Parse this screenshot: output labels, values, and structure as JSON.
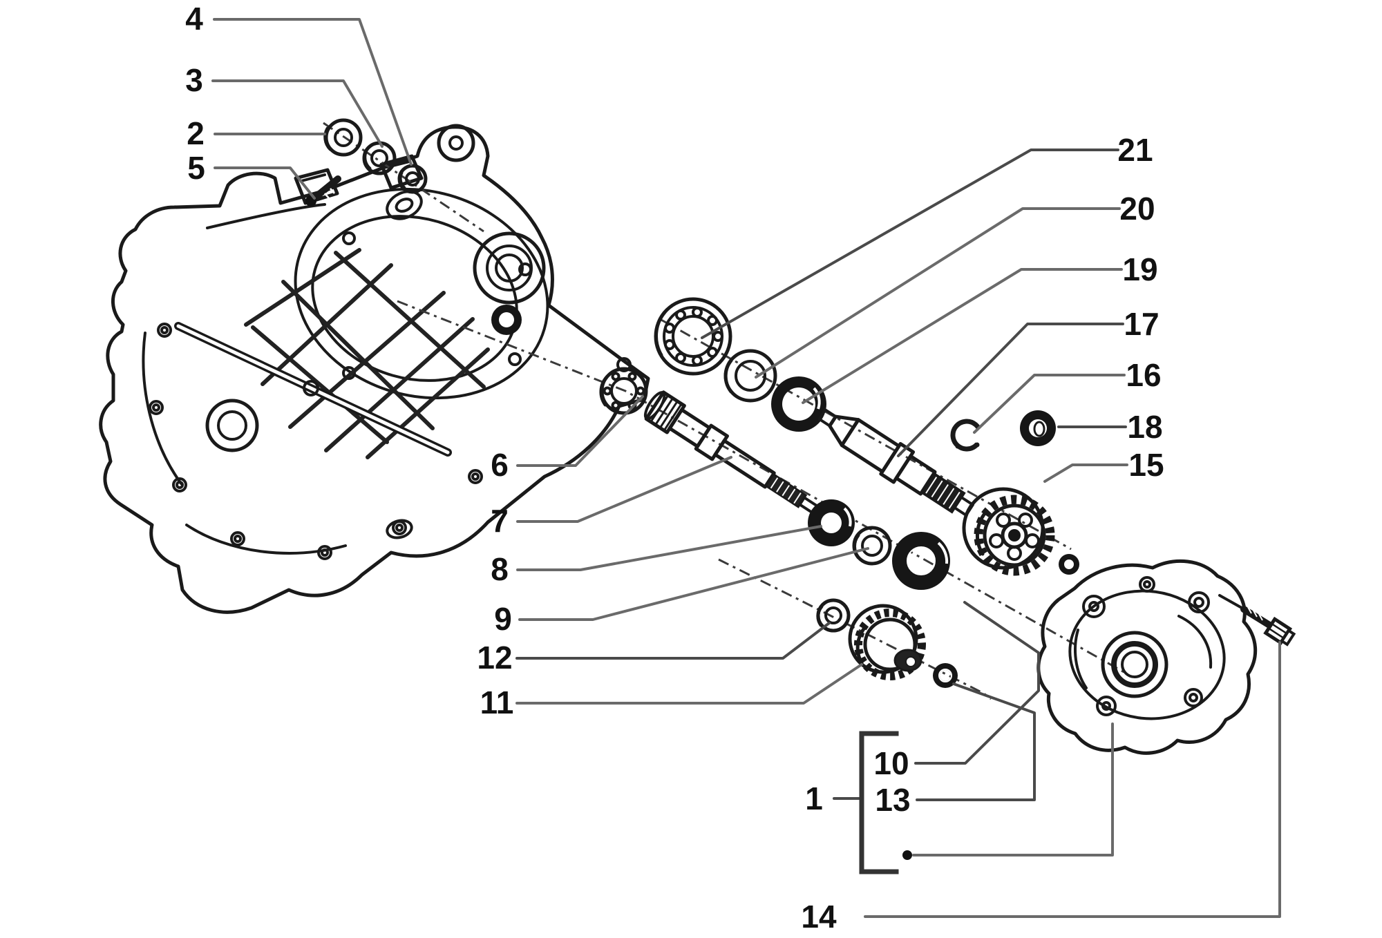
{
  "diagram": {
    "background": "#ffffff",
    "ink_color": "#1a1a1a",
    "leader_color": "#6a6a6a",
    "label_color": "#111111",
    "callouts": {
      "c1": "1",
      "c2": "2",
      "c3": "3",
      "c4": "4",
      "c5": "5",
      "c6": "6",
      "c7": "7",
      "c8": "8",
      "c9": "9",
      "c10": "10",
      "c11": "11",
      "c12": "12",
      "c13": "13",
      "c14": "14",
      "c15": "15",
      "c16": "16",
      "c17": "17",
      "c18": "18",
      "c19": "19",
      "c20": "20",
      "c21": "21"
    }
  }
}
